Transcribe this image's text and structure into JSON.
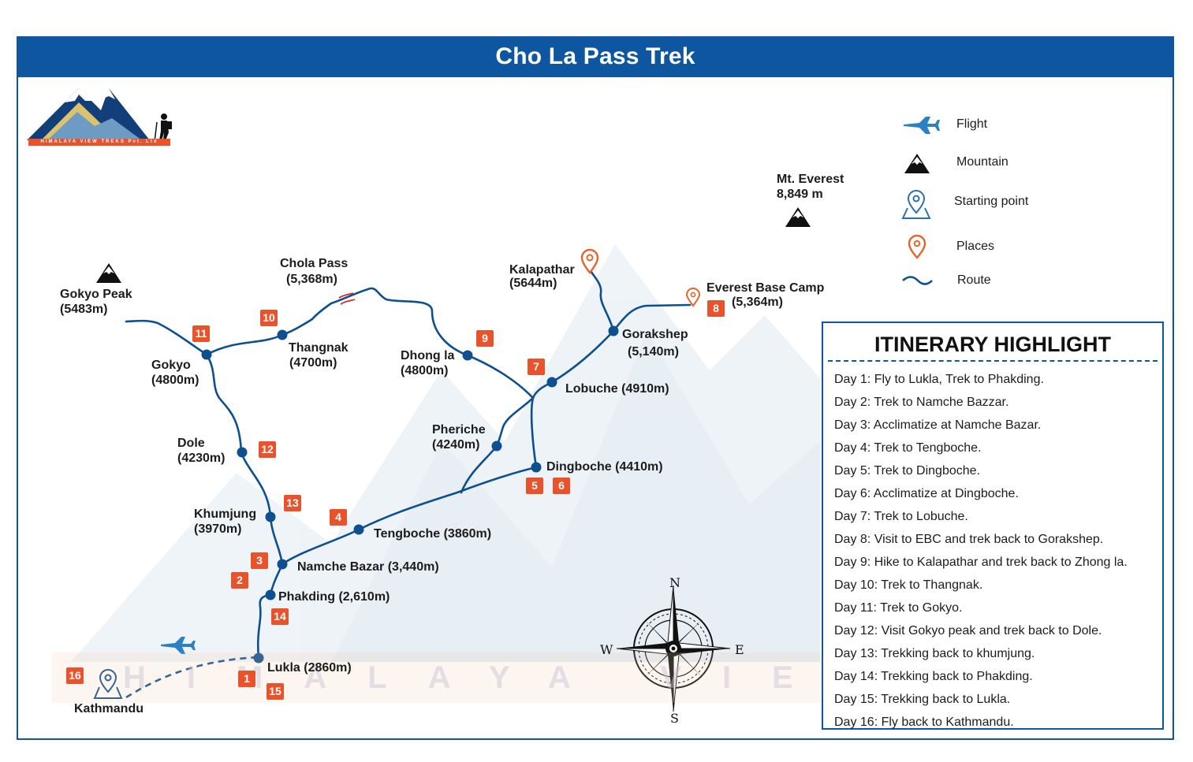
{
  "title": "Cho La Pass Trek",
  "logo": {
    "text": "HIMALAYA VIEW TREKS Pvt. Ltd"
  },
  "watermark": "HIMALAYA VIEW TREKS P",
  "legend": [
    {
      "icon": "flight-icon",
      "label": "Flight"
    },
    {
      "icon": "mountain-icon",
      "label": "Mountain"
    },
    {
      "icon": "starting-point-icon",
      "label": "Starting point"
    },
    {
      "icon": "place-pin-icon",
      "label": "Places"
    },
    {
      "icon": "route-icon",
      "label": "Route"
    }
  ],
  "colors": {
    "brand_blue": "#0e57a0",
    "route": "#0e4f8f",
    "badge": "#e8532b",
    "pin": "#e8622b"
  },
  "mountains": {
    "everest": {
      "name": "Mt. Everest",
      "height": "8,849 m"
    },
    "gokyo_peak": {
      "name": "Gokyo Peak",
      "height": "(5483m)"
    }
  },
  "places": {
    "kathmandu": "Kathmandu",
    "lukla": "Lukla (2860m)",
    "phakding": "Phakding (2,610m)",
    "namche": "Namche Bazar (3,440m)",
    "tengboche": "Tengboche (3860m)",
    "dingboche": "Dingboche (4410m)",
    "lobuche": "Lobuche (4910m)",
    "gorakshep": {
      "name": "Gorakshep",
      "height": "(5,140m)"
    },
    "everest_base_camp": {
      "name": "Everest Base Camp",
      "height": "(5,364m)"
    },
    "kalapathar": {
      "name": "Kalapathar",
      "height": "(5644m)"
    },
    "pheriche": {
      "name": "Pheriche",
      "height": "(4240m)"
    },
    "dhong_la": {
      "name": "Dhong la",
      "height": "(4800m)"
    },
    "chola_pass": {
      "name": "Chola Pass",
      "height": "(5,368m)"
    },
    "thangnak": {
      "name": "Thangnak",
      "height": "(4700m)"
    },
    "gokyo": {
      "name": "Gokyo",
      "height": "(4800m)"
    },
    "dole": {
      "name": "Dole",
      "height": "(4230m)"
    },
    "khumjung": {
      "name": "Khumjung",
      "height": "(3970m)"
    }
  },
  "day_badges": [
    "1",
    "2",
    "3",
    "4",
    "5",
    "6",
    "7",
    "8",
    "9",
    "10",
    "11",
    "12",
    "13",
    "14",
    "15",
    "16"
  ],
  "compass": {
    "n": "N",
    "e": "E",
    "s": "S",
    "w": "W"
  },
  "itinerary": {
    "heading": "ITINERARY HIGHLIGHT",
    "days": [
      "Day 1: Fly to Lukla, Trek to Phakding.",
      "Day 2: Trek to Namche Bazzar.",
      "Day 3: Acclimatize at Namche Bazar.",
      "Day 4: Trek to Tengboche.",
      "Day 5: Trek to Dingboche.",
      "Day 6: Acclimatize at Dingboche.",
      "Day 7: Trek to Lobuche.",
      "Day 8: Visit to EBC and trek back to Gorakshep.",
      "Day 9: Hike to Kalapathar and trek back to Zhong la.",
      "Day 10: Trek to Thangnak.",
      "Day 11: Trek to Gokyo.",
      "Day 12: Visit Gokyo peak and trek back to Dole.",
      "Day 13: Trekking back to khumjung.",
      "Day 14: Trekking back to Phakding.",
      "Day 15: Trekking back to Lukla.",
      "Day 16: Fly back to Kathmandu."
    ]
  }
}
